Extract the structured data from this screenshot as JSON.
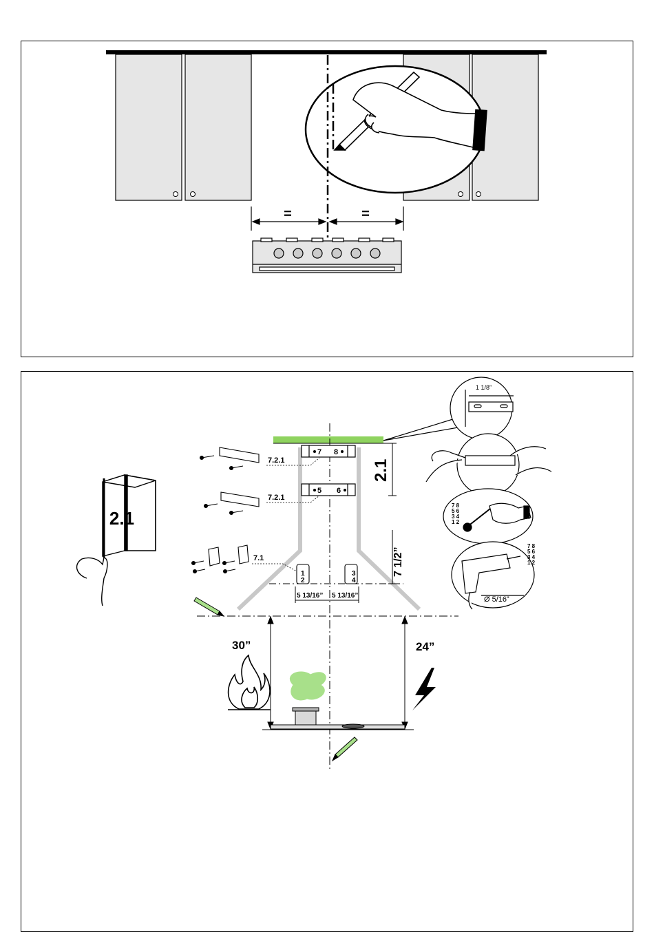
{
  "panel1": {
    "equal_left": "=",
    "equal_right": "="
  },
  "panel2": {
    "chimney_label": "2.1",
    "bracket_upper_label": "7.2.1",
    "bracket_lower_label": "7.2.1",
    "hood_bracket_label": "7.1",
    "hole_7": "7",
    "hole_8": "8",
    "hole_5": "5",
    "hole_6": "6",
    "hole_1": "1",
    "hole_2": "2",
    "hole_3": "3",
    "hole_4": "4",
    "height_label": "2.1",
    "offset_label": "7 1/2”",
    "spacing_left": "5 13/16”",
    "spacing_right": "5 13/16”",
    "gas_clearance": "30”",
    "electric_clearance": "24”",
    "detail_gap": "1 1/8”",
    "drill_diameter": "Ø 5/16”",
    "mark_numbers": [
      "7 8",
      "5 6",
      "3 4",
      "1 2"
    ],
    "drill_numbers": [
      "7 8",
      "5 6",
      "3 4",
      "1 2"
    ]
  },
  "colors": {
    "cabinet_fill": "#e6e6e6",
    "ceiling_green": "#8fd35f",
    "steam_green": "#a8e08a",
    "guide_gray": "#c8c8c8",
    "line": "#000000"
  }
}
